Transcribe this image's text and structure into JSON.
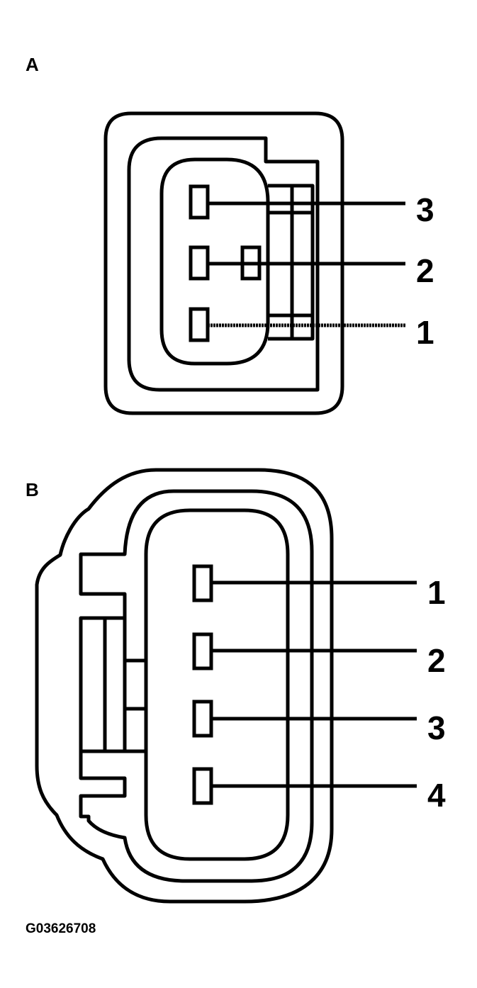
{
  "connector_a": {
    "label": "A",
    "pins": [
      "3",
      "2",
      "1"
    ]
  },
  "connector_b": {
    "label": "B",
    "pins": [
      "1",
      "2",
      "3",
      "4"
    ]
  },
  "figure_code": "G03626708"
}
